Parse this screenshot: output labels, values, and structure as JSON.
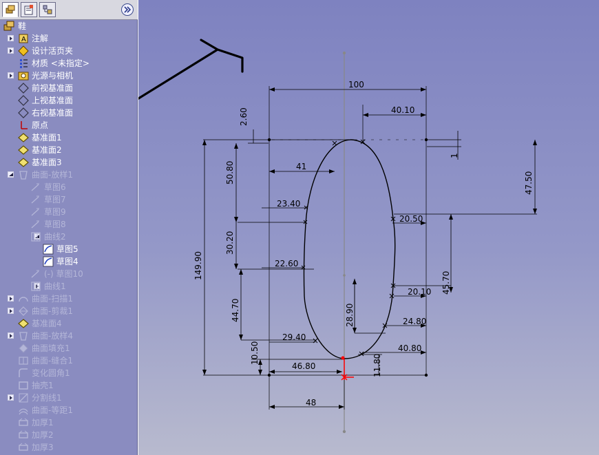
{
  "tabs": [
    {
      "name": "feature-manager",
      "active": true
    },
    {
      "name": "property-manager",
      "active": false
    },
    {
      "name": "configuration-manager",
      "active": false
    }
  ],
  "tree": {
    "root": "鞋",
    "items": [
      {
        "label": "注解",
        "state": "normal",
        "expander": "plus",
        "icon": "annotation-icon",
        "indent": 0
      },
      {
        "label": "设计活页夹",
        "state": "normal",
        "expander": "plus",
        "icon": "design-binder-icon",
        "indent": 0
      },
      {
        "label": "材质 <未指定>",
        "state": "normal",
        "expander": "none",
        "icon": "material-icon",
        "indent": 0
      },
      {
        "label": "光源与相机",
        "state": "normal",
        "expander": "plus",
        "icon": "lights-camera-icon",
        "indent": 0
      },
      {
        "label": "前视基准面",
        "state": "normal",
        "expander": "none",
        "icon": "plane-icon",
        "indent": 0
      },
      {
        "label": "上视基准面",
        "state": "normal",
        "expander": "none",
        "icon": "plane-icon",
        "indent": 0
      },
      {
        "label": "右视基准面",
        "state": "normal",
        "expander": "none",
        "icon": "plane-icon",
        "indent": 0
      },
      {
        "label": "原点",
        "state": "normal",
        "expander": "none",
        "icon": "origin-icon",
        "indent": 0
      },
      {
        "label": "基准面1",
        "state": "normal",
        "expander": "none",
        "icon": "ref-plane-icon",
        "indent": 0
      },
      {
        "label": "基准面2",
        "state": "normal",
        "expander": "none",
        "icon": "ref-plane-icon",
        "indent": 0
      },
      {
        "label": "基准面3",
        "state": "normal",
        "expander": "none",
        "icon": "ref-plane-icon",
        "indent": 0
      },
      {
        "label": "曲面-放样1",
        "state": "suppressed",
        "expander": "minus",
        "icon": "surface-loft-icon",
        "indent": 0
      },
      {
        "label": "草图6",
        "state": "suppressed",
        "expander": "none",
        "icon": "sketch-icon",
        "indent": 1
      },
      {
        "label": "草图7",
        "state": "suppressed",
        "expander": "none",
        "icon": "sketch-icon",
        "indent": 1
      },
      {
        "label": "草图9",
        "state": "suppressed",
        "expander": "none",
        "icon": "sketch-icon",
        "indent": 1
      },
      {
        "label": "草图8",
        "state": "suppressed",
        "expander": "none",
        "icon": "sketch-icon",
        "indent": 1
      },
      {
        "label": "曲线2",
        "state": "suppressed",
        "expander": "minus",
        "icon": "curve-icon",
        "indent": 1
      },
      {
        "label": "草图5",
        "state": "normal",
        "expander": "none",
        "icon": "sketch-active-icon",
        "indent": 2
      },
      {
        "label": "草图4",
        "state": "normal",
        "expander": "none",
        "icon": "sketch-active-icon",
        "indent": 2
      },
      {
        "label": "(-) 草图10",
        "state": "suppressed",
        "expander": "none",
        "icon": "sketch-icon",
        "indent": 1
      },
      {
        "label": "曲线1",
        "state": "suppressed",
        "expander": "plus",
        "icon": "curve-icon",
        "indent": 1
      },
      {
        "label": "曲面-扫描1",
        "state": "suppressed",
        "expander": "plus",
        "icon": "surface-sweep-icon",
        "indent": 0
      },
      {
        "label": "曲面-剪裁1",
        "state": "suppressed",
        "expander": "plus",
        "icon": "surface-trim-icon",
        "indent": 0
      },
      {
        "label": "基准面4",
        "state": "suppressed",
        "expander": "none",
        "icon": "ref-plane-icon",
        "indent": 0
      },
      {
        "label": "曲面-放样4",
        "state": "suppressed",
        "expander": "plus",
        "icon": "surface-loft-icon",
        "indent": 0
      },
      {
        "label": "曲面填充1",
        "state": "suppressed",
        "expander": "none",
        "icon": "surface-fill-icon",
        "indent": 0
      },
      {
        "label": "曲面-缝合1",
        "state": "suppressed",
        "expander": "none",
        "icon": "surface-knit-icon",
        "indent": 0
      },
      {
        "label": "变化圆角1",
        "state": "suppressed",
        "expander": "none",
        "icon": "variable-fillet-icon",
        "indent": 0
      },
      {
        "label": "抽壳1",
        "state": "suppressed",
        "expander": "none",
        "icon": "shell-icon",
        "indent": 0
      },
      {
        "label": "分割线1",
        "state": "suppressed",
        "expander": "plus",
        "icon": "split-line-icon",
        "indent": 0
      },
      {
        "label": "曲面-等距1",
        "state": "suppressed",
        "expander": "none",
        "icon": "surface-offset-icon",
        "indent": 0
      },
      {
        "label": "加厚1",
        "state": "suppressed",
        "expander": "none",
        "icon": "thicken-icon",
        "indent": 0
      },
      {
        "label": "加厚2",
        "state": "suppressed",
        "expander": "none",
        "icon": "thicken-icon",
        "indent": 0
      },
      {
        "label": "加厚3",
        "state": "suppressed",
        "expander": "none",
        "icon": "thicken-icon",
        "indent": 0
      }
    ]
  },
  "dimensions": {
    "d100": "100",
    "d40_10": "40.10",
    "d2_60": "2.60",
    "d1": "1",
    "d47_50": "47.50",
    "d50_80": "50.80",
    "d41": "41",
    "d23_40": "23.40",
    "d20_50": "20.50",
    "d30_20": "30.20",
    "d22_60": "22.60",
    "d149_90": "149.90",
    "d45_70": "45.70",
    "d20_10": "20.10",
    "d44_70": "44.70",
    "d28_90": "28.90",
    "d24_80": "24.80",
    "d29_40": "29.40",
    "d40_80": "40.80",
    "d10_50": "10.50",
    "d11_80": "11.80",
    "d46_80": "46.80",
    "d48": "48"
  },
  "colors": {
    "sidebar_bg": "#8a8cc0",
    "canvas_top": "#7e82c0",
    "canvas_bottom": "#b8bace",
    "origin": "#ff0000"
  }
}
